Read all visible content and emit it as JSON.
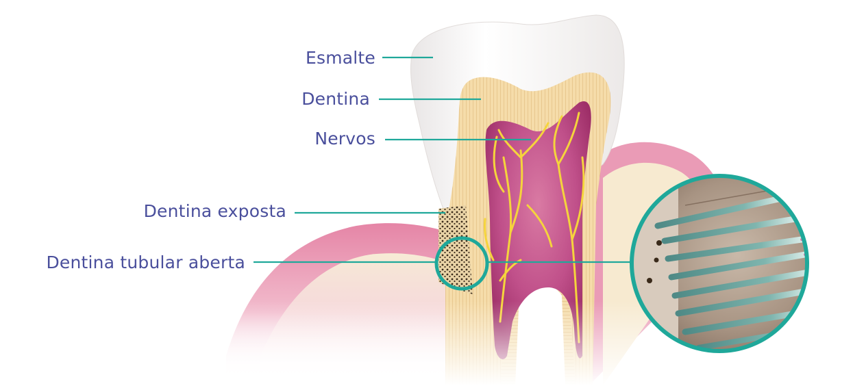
{
  "labels": {
    "enamel": "Esmalte",
    "dentin": "Dentina",
    "nerves": "Nervos",
    "exposed_dentin": "Dentina exposta",
    "open_tubular_dentin": "Dentina tubular aberta"
  },
  "colors": {
    "label_text": "#4a4f9c",
    "leader_line": "#1fa89a",
    "gum_pink": "#e79bb4",
    "enamel": "#f6f4f1",
    "dentin": "#f3d9a6",
    "pulp": "#b8437a",
    "nerve": "#f5d43c",
    "zoom_ring": "#1fa89a"
  }
}
